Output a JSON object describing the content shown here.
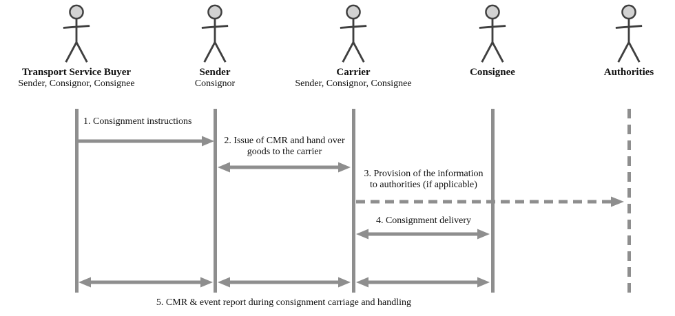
{
  "diagram": {
    "actors": [
      {
        "name": "Transport Service Buyer",
        "roles": "Sender, Consignor, Consignee"
      },
      {
        "name": "Sender",
        "roles": "Consignor"
      },
      {
        "name": "Carrier",
        "roles": "Sender, Consignor, Consignee"
      },
      {
        "name": "Consignee",
        "roles": ""
      },
      {
        "name": "Authorities",
        "roles": ""
      }
    ],
    "messages": {
      "m1": {
        "label": "1. Consignment instructions",
        "from": "Transport Service Buyer",
        "to": "Sender",
        "style": "solid-right"
      },
      "m2": {
        "line1": "2. Issue of CMR and hand over",
        "line2": "goods to the carrier",
        "from": "Sender",
        "to": "Carrier",
        "style": "solid-both"
      },
      "m3": {
        "line1": "3. Provision of the information",
        "line2": "to authorities (if applicable)",
        "from": "Carrier",
        "to": "Authorities",
        "style": "dashed-right"
      },
      "m4": {
        "label": "4. Consignment delivery",
        "from": "Carrier",
        "to": "Consignee",
        "style": "solid-both"
      },
      "m5": {
        "label": "5. CMR & event report during consignment carriage and handling",
        "from": "Transport Service Buyer",
        "to": "Consignee",
        "style": "solid-both-triple"
      }
    },
    "colors": {
      "line_gray": "#8e8e8e",
      "head_fill": "#d2d2d2",
      "figure_stroke": "#3f3f3f",
      "text": "#111111"
    }
  }
}
